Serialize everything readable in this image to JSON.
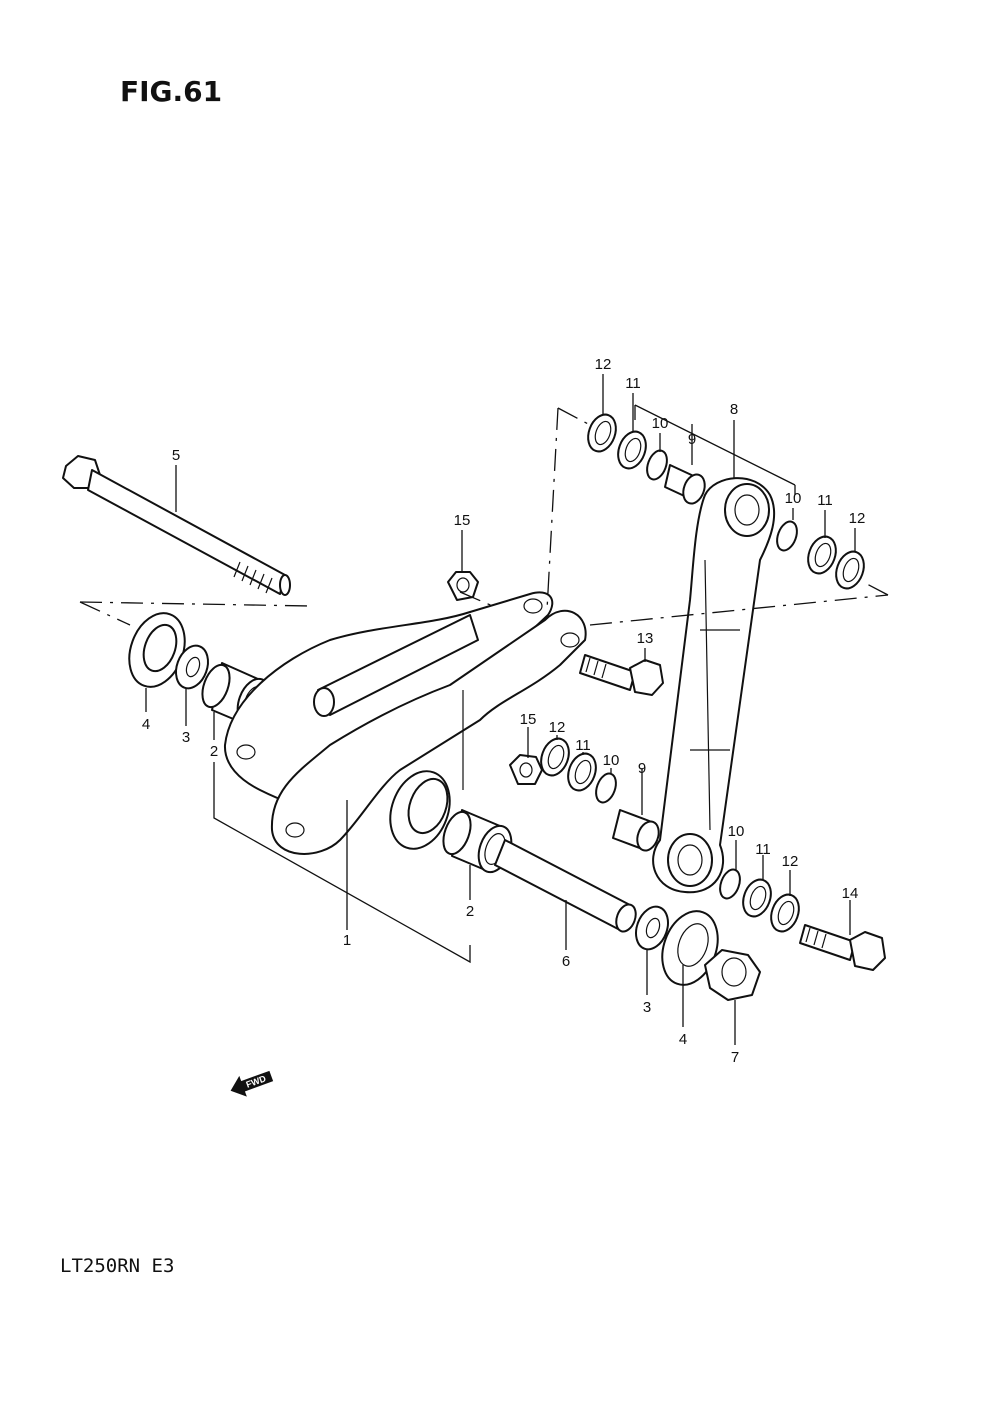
{
  "figure": {
    "title": "FIG.61",
    "model_code": "LT250RN E3",
    "direction_marker": "FWD"
  },
  "callouts": [
    {
      "id": "c-12-top",
      "label": "12"
    },
    {
      "id": "c-11-top",
      "label": "11"
    },
    {
      "id": "c-10-top",
      "label": "10"
    },
    {
      "id": "c-9-top",
      "label": "9"
    },
    {
      "id": "c-8",
      "label": "8"
    },
    {
      "id": "c-10-right",
      "label": "10"
    },
    {
      "id": "c-11-right",
      "label": "11"
    },
    {
      "id": "c-12-right",
      "label": "12"
    },
    {
      "id": "c-5",
      "label": "5"
    },
    {
      "id": "c-15-top",
      "label": "15"
    },
    {
      "id": "c-13",
      "label": "13"
    },
    {
      "id": "c-4-left",
      "label": "4"
    },
    {
      "id": "c-3-left",
      "label": "3"
    },
    {
      "id": "c-2-left",
      "label": "2"
    },
    {
      "id": "c-15-mid",
      "label": "15"
    },
    {
      "id": "c-12-mid",
      "label": "12"
    },
    {
      "id": "c-11-mid",
      "label": "11"
    },
    {
      "id": "c-10-mid",
      "label": "10"
    },
    {
      "id": "c-9-mid",
      "label": "9"
    },
    {
      "id": "c-10-low",
      "label": "10"
    },
    {
      "id": "c-11-low",
      "label": "11"
    },
    {
      "id": "c-12-low",
      "label": "12"
    },
    {
      "id": "c-14",
      "label": "14"
    },
    {
      "id": "c-1",
      "label": "1"
    },
    {
      "id": "c-2-mid",
      "label": "2"
    },
    {
      "id": "c-6",
      "label": "6"
    },
    {
      "id": "c-3-right",
      "label": "3"
    },
    {
      "id": "c-4-right",
      "label": "4"
    },
    {
      "id": "c-7",
      "label": "7"
    }
  ]
}
